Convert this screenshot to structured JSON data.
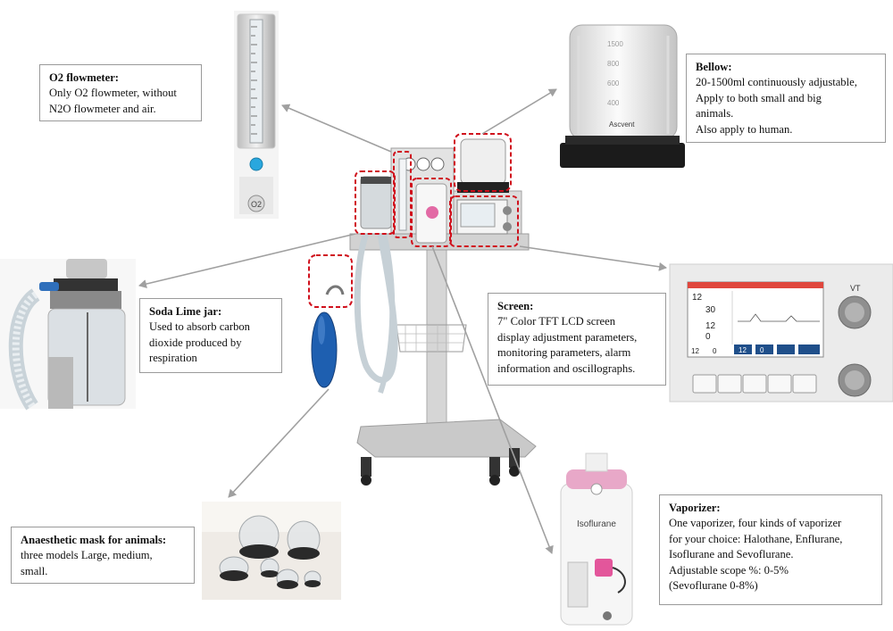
{
  "callouts": {
    "o2": {
      "title": "O2 flowmeter:",
      "lines": [
        "Only O2 flowmeter, without",
        "N2O flowmeter and air."
      ]
    },
    "bellow": {
      "title": "Bellow:",
      "lines": [
        "20-1500ml continuously adjustable,",
        "Apply to both small and big",
        "animals.",
        "Also apply to human."
      ]
    },
    "soda": {
      "title": "Soda Lime jar:",
      "lines": [
        "Used to absorb carbon",
        "dioxide produced by",
        "respiration"
      ]
    },
    "screen": {
      "title": "Screen:",
      "lines": [
        "7\" Color TFT LCD screen",
        "display adjustment parameters,",
        "monitoring parameters, alarm",
        "information and oscillographs."
      ]
    },
    "mask": {
      "title": "Anaesthetic mask for animals:",
      "lines": [
        "three models Large, medium,",
        "small."
      ]
    },
    "vaporizer": {
      "title": "Vaporizer:",
      "lines": [
        "One vaporizer, four kinds of vaporizer",
        "for your choice: Halothane, Enflurane,",
        "Isoflurane and Sevoflurane.",
        "Adjustable scope %: 0-5%",
        "(Sevoflurane 0-8%)"
      ]
    }
  },
  "product_labels": {
    "flowmeter_knob": "O2",
    "vaporizer_brand": "Isoflurane",
    "bellow_mark": "Ascvent",
    "bellow_scale": [
      "1500",
      "800",
      "600",
      "400"
    ],
    "screen_top_values": [
      "12",
      "30",
      "12",
      "0"
    ],
    "screen_vt": "VT",
    "screen_bottom_values": [
      "12",
      "0",
      "12",
      "0"
    ]
  },
  "colors": {
    "highlight": "#d0101c",
    "arrow": "#a0a0a0",
    "frame": "#9a9a9a"
  }
}
